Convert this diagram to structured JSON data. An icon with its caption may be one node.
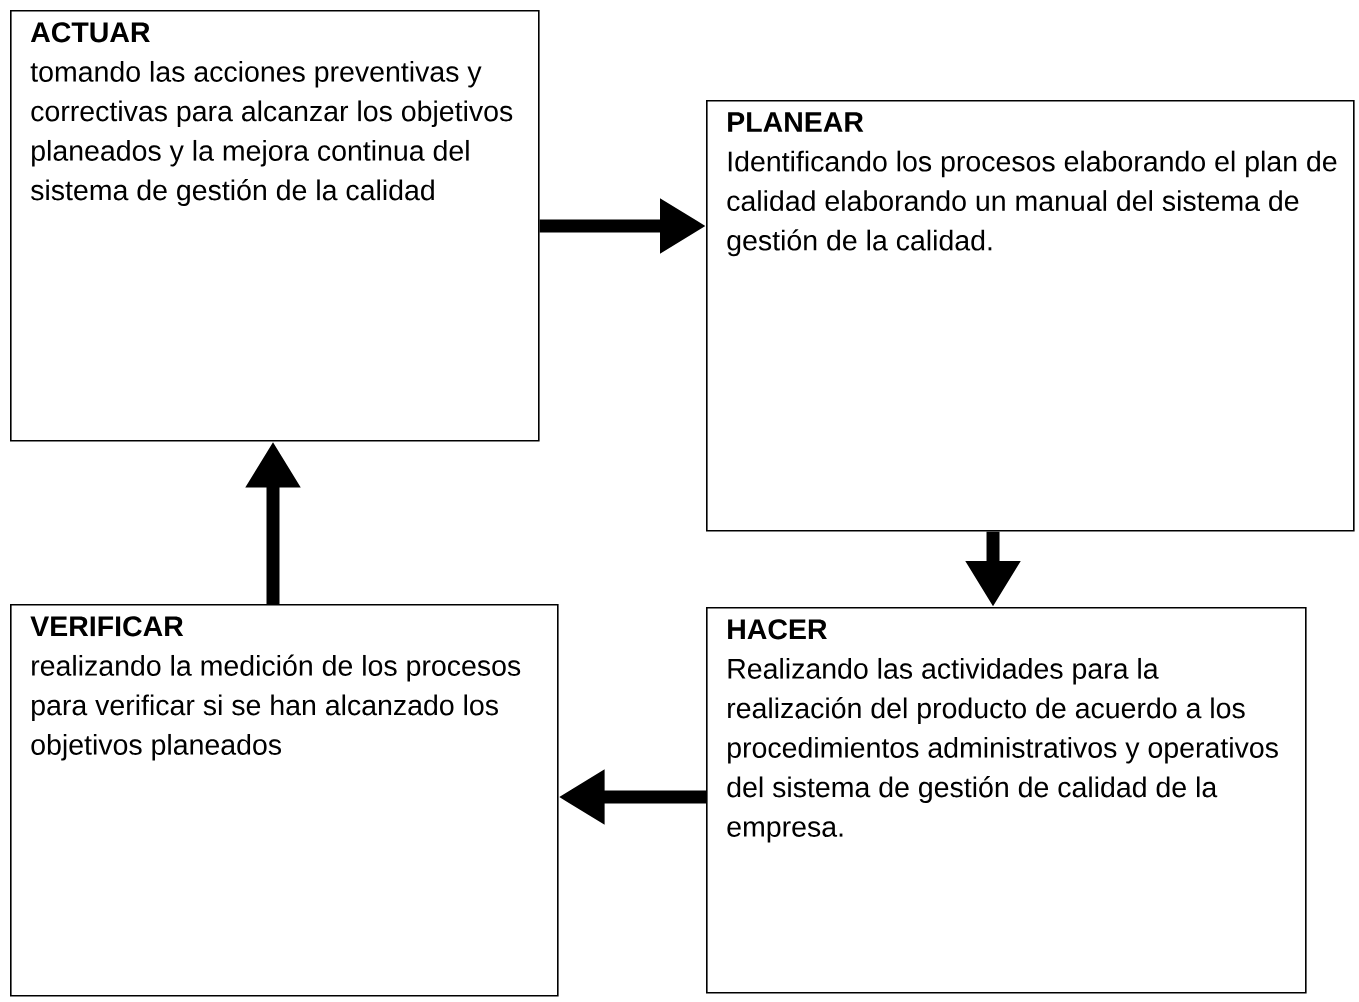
{
  "diagram": {
    "nodes": [
      {
        "text": [
          "ACTUAR",
          "tomando las acciones preventivas y correctivas para alcanzar los objetivos planeados y la mejora continua del sistema de gestión de la calidad"
        ]
      },
      {
        "text": [
          "PLANEAR",
          "Identificando los procesos elaborando el plan de calidad elaborando un manual del sistema de gestión de la calidad."
        ]
      },
      {
        "text": [
          "HACER",
          "Realizando las actividades para la realización del producto de acuerdo a los procedimientos administrativos y operativos del sistema de gestión de calidad de la empresa."
        ]
      },
      {
        "text": [
          "VERIFICAR",
          "realizando la medición de los procesos para verificar si se han alcanzado los objetivos planeados"
        ]
      }
    ],
    "edges": [
      {
        "from": 0,
        "to": 1,
        "arrow": "to"
      },
      {
        "from": 1,
        "to": 2,
        "arrow": "to"
      },
      {
        "from": 2,
        "to": 3,
        "arrow": "to"
      },
      {
        "from": 3,
        "to": 0,
        "arrow": "to"
      }
    ]
  }
}
